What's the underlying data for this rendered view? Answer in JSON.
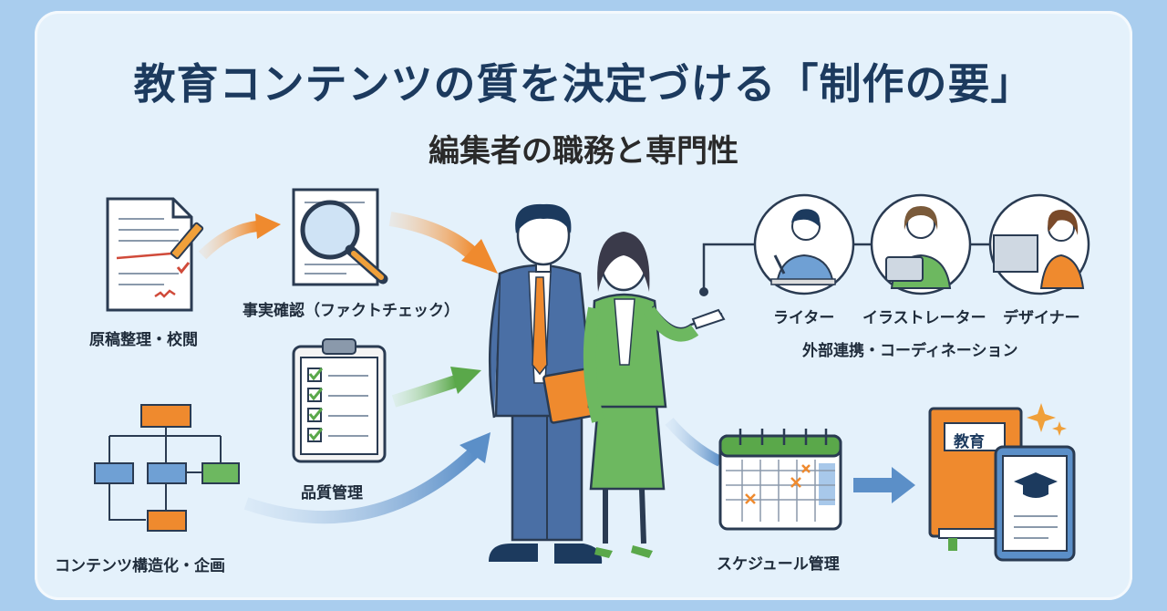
{
  "header": {
    "title": "教育コンテンツの質を決定づける「制作の要」",
    "subtitle": "編集者の職務と専門性"
  },
  "tasks": {
    "proofreading": "原稿整理・校閲",
    "fact_check": "事実確認（ファクトチェック）",
    "quality": "品質管理",
    "structure": "コンテンツ構造化・企画",
    "schedule": "スケジュール管理"
  },
  "collaborators": {
    "writer": "ライター",
    "illustrator": "イラストレーター",
    "designer": "デザイナー",
    "caption": "外部連携・コーディネーション"
  },
  "book": {
    "label": "教育"
  },
  "colors": {
    "navy": "#1c3a5e",
    "orange": "#ef8a2e",
    "green": "#5aa84a",
    "blue": "#5b8fc8"
  }
}
